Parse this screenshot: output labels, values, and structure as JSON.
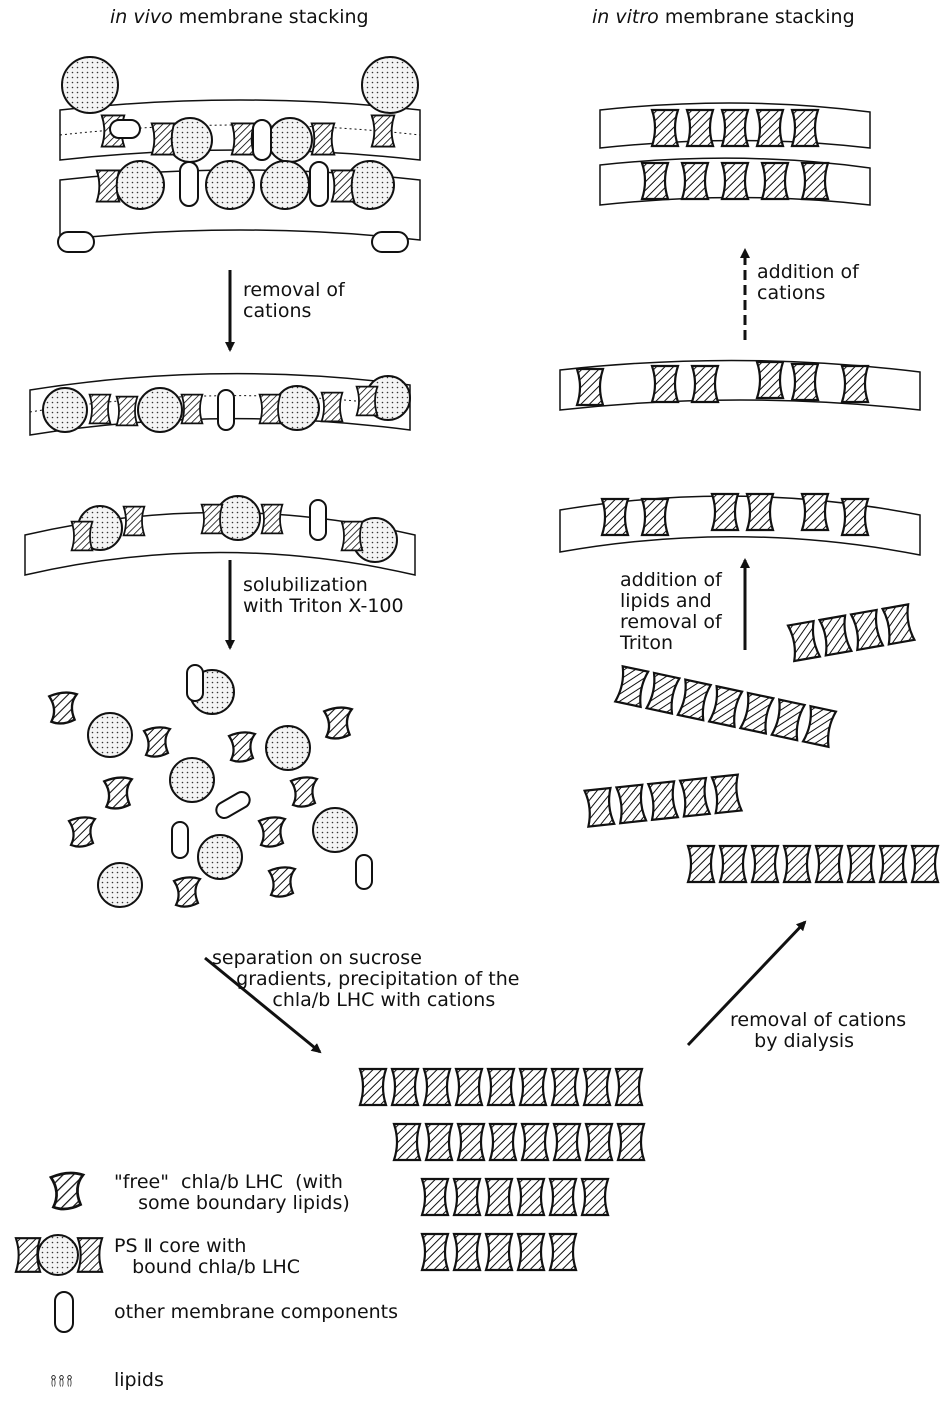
{
  "titles": {
    "in_vivo_italic": "in vivo",
    "in_vivo_rest": " membrane stacking",
    "in_vitro_italic": "in vitro",
    "in_vitro_rest": " membrane stacking"
  },
  "steps": {
    "removal_of_cations": "removal of\ncations",
    "solubilization": "solubilization\nwith Triton X-100",
    "separation": "separation on sucrose\n    gradients, precipitation of the\n          chla/b LHC with cations",
    "dialysis": "removal of cations\n    by dialysis",
    "lipids_addition": "addition of\nlipids and\nremoval of\nTriton",
    "cations_addition": "addition of\ncations"
  },
  "legend": {
    "free_lhc": "\"free\"  chla/b LHC  (with\n    some boundary lipids)",
    "ps2_core": "PS Ⅱ core with\n   bound chla/b LHC",
    "other": "other membrane components",
    "lipids": "lipids"
  },
  "colors": {
    "ink": "#111111",
    "hatch_fill": "#ffffff",
    "dot_fill": "#f3f3f3"
  }
}
